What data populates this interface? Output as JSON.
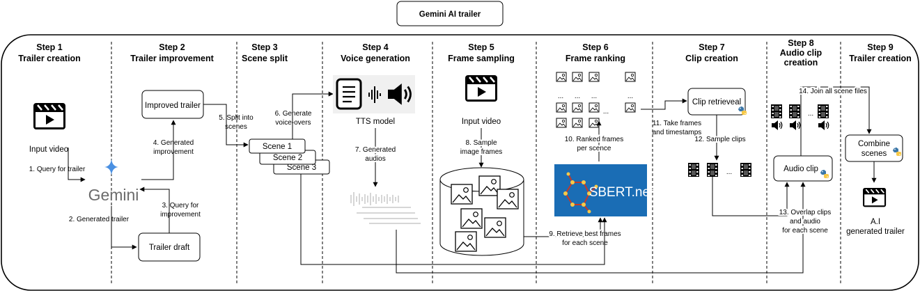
{
  "title": "Gemini AI trailer",
  "steps": [
    {
      "num": "Step 1",
      "name": "Trailer creation"
    },
    {
      "num": "Step 2",
      "name": "Trailer improvement"
    },
    {
      "num": "Step 3",
      "name": "Scene split"
    },
    {
      "num": "Step 4",
      "name": "Voice generation"
    },
    {
      "num": "Step 5",
      "name": "Frame sampling"
    },
    {
      "num": "Step 6",
      "name": "Frame ranking"
    },
    {
      "num": "Step 7",
      "name": "Clip creation"
    },
    {
      "num": "Step 8",
      "name": "Audio clip",
      "name2": "creation"
    },
    {
      "num": "Step 9",
      "name": "Trailer creation"
    }
  ],
  "nodes": {
    "input_video_1": "Input video",
    "gemini": "Gemini",
    "improved_trailer": "Improved trailer",
    "trailer_draft": "Trailer draft",
    "scene_1": "Scene 1",
    "scene_2": "Scene 2",
    "scene_3": "Scene 3",
    "tts_model": "TTS model",
    "input_video_5": "Input video",
    "sbert": "SBERT.net",
    "clip_retrieval": "Clip retrieveal",
    "audio_clip": "Audio clip",
    "combine_scenes_1": "Combine",
    "combine_scenes_2": "scenes",
    "final_1": "A.I",
    "final_2": "generated trailer",
    "ellipsis": "..."
  },
  "edges": {
    "e1": "1. Query for trailer",
    "e2": "2. Generated trailer",
    "e3a": "3. Query for",
    "e3b": "improvement",
    "e4a": "4. Generated",
    "e4b": "improvement",
    "e5a": "5. Split into",
    "e5b": "scenes",
    "e6a": "6. Generate",
    "e6b": "voice-overs",
    "e7a": "7. Generated",
    "e7b": "audios",
    "e8a": "8. Sample",
    "e8b": "image frames",
    "e9a": "9. Retrieve best frames",
    "e9b": "for each scene",
    "e10a": "10. Ranked frames",
    "e10b": "per scence",
    "e11a": "11. Take frames",
    "e11b": "and timestamps",
    "e12": "12. Sample clips",
    "e13a": "13. Overlap clips",
    "e13b": "and audio",
    "e13c": "for each scene",
    "e14": "14. Join all scene files"
  },
  "colors": {
    "sbert_bg": "#1a6db5",
    "gemini_star": "#4a90e2",
    "python_blue": "#3b77a8",
    "python_yellow": "#f7c948"
  }
}
